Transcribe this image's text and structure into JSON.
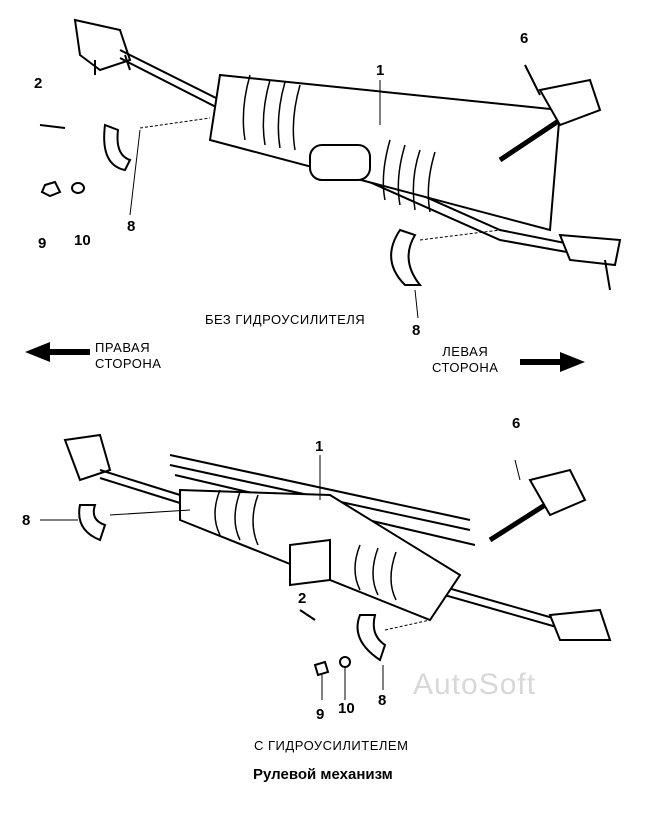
{
  "upper": {
    "callouts": [
      "1",
      "2",
      "6",
      "8",
      "9",
      "10",
      "8"
    ],
    "caption": "БЕЗ ГИДРОУСИЛИТЕЛЯ"
  },
  "directions": {
    "right_side": [
      "ПРАВАЯ",
      "СТОРОНА"
    ],
    "left_side": [
      "ЛЕВАЯ",
      "СТОРОНА"
    ]
  },
  "lower": {
    "callouts": [
      "1",
      "6",
      "8",
      "2",
      "9",
      "10",
      "8"
    ],
    "caption": "С ГИДРОУСИЛИТЕЛЕМ"
  },
  "watermark": "AutoSoft",
  "title": "Рулевой механизм"
}
